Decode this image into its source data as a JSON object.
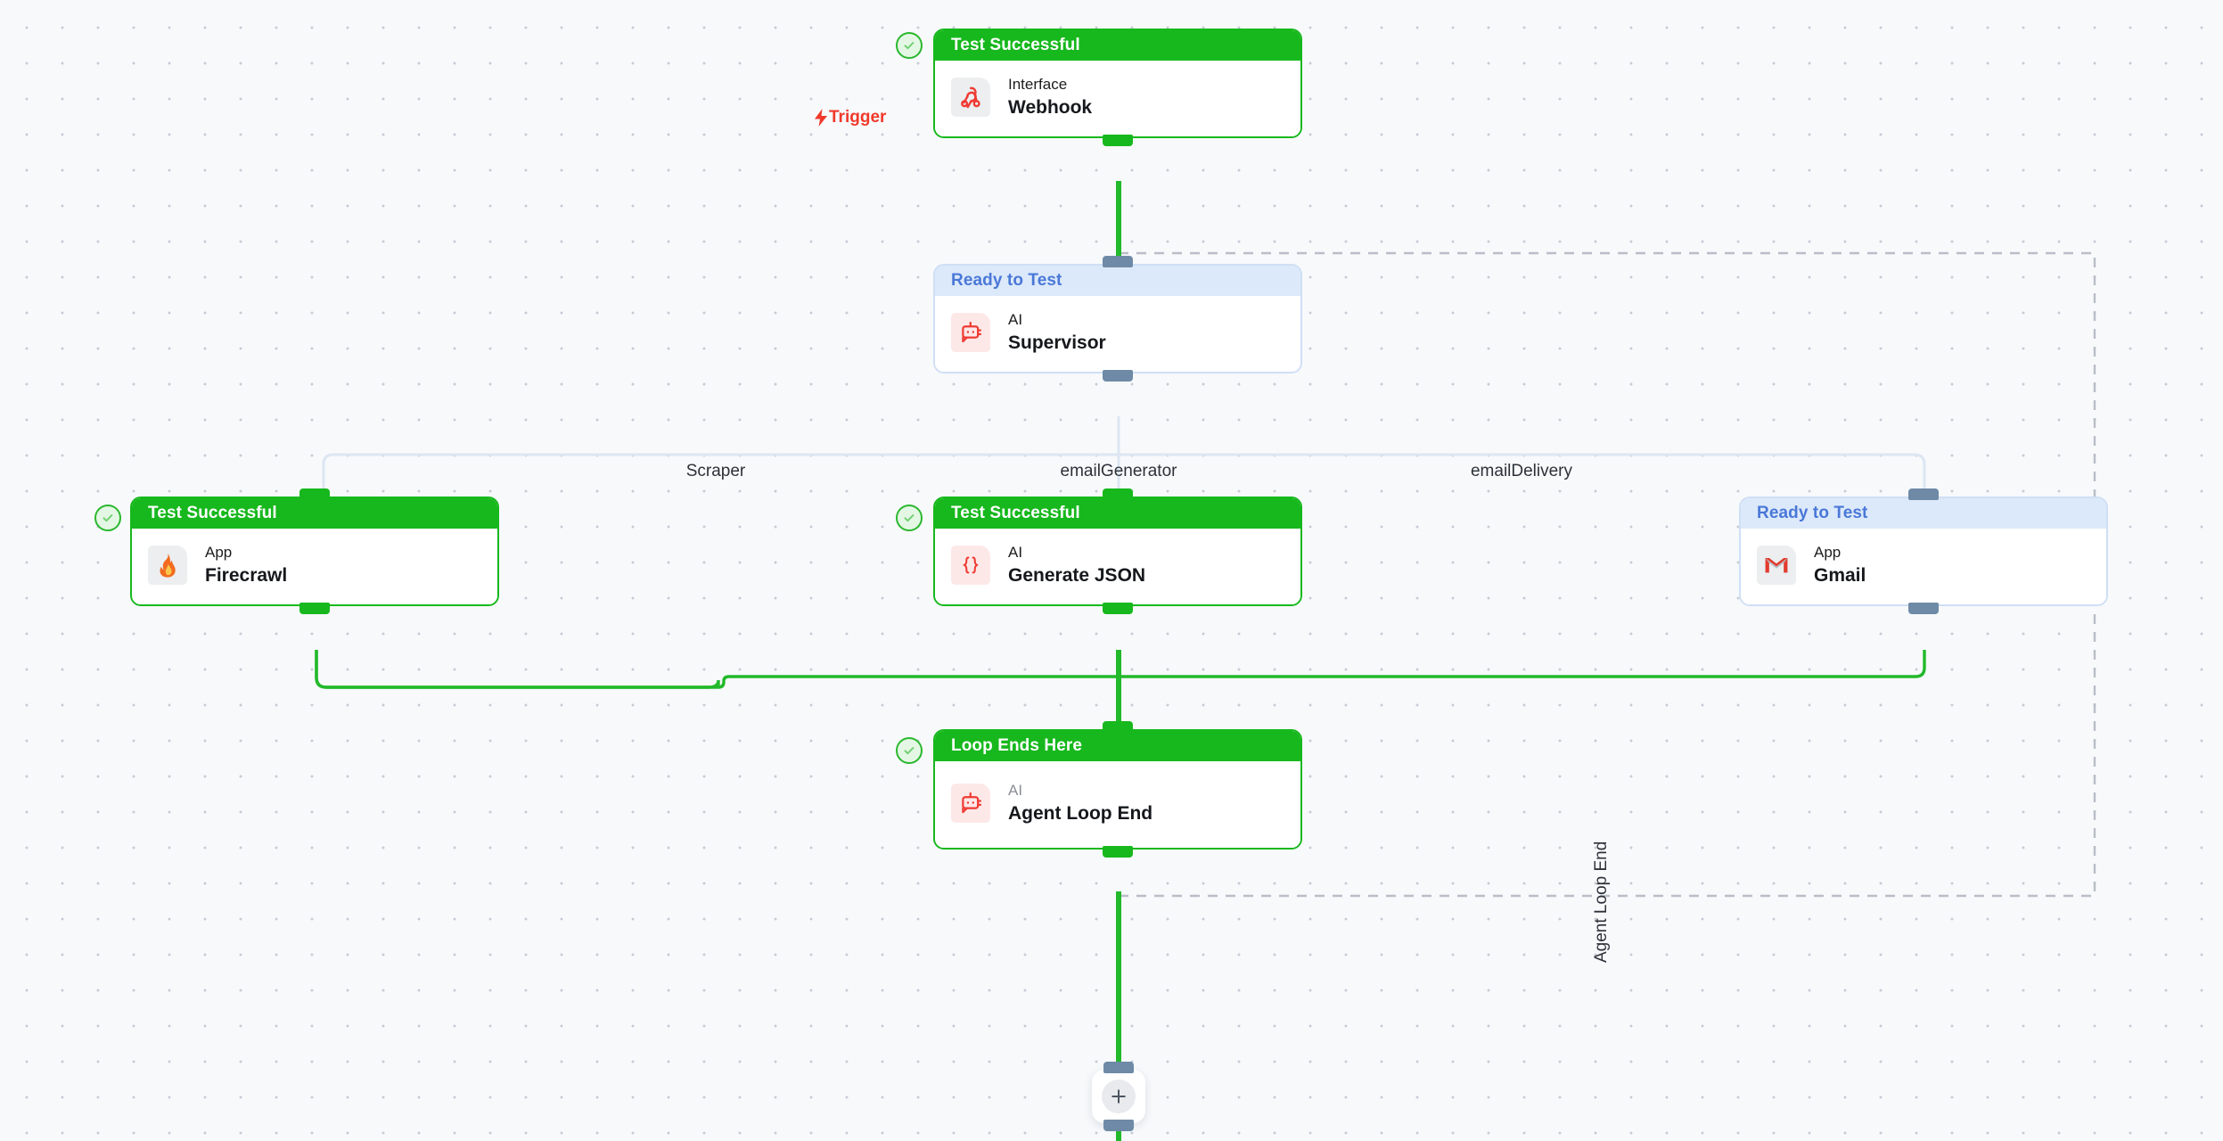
{
  "canvas": {
    "background_color": "#f7f9fb",
    "grid_dot_color": "#c6cbd4"
  },
  "colors": {
    "success_green": "#17b81d",
    "ready_blue_bg": "#dce9fa",
    "ready_blue_text": "#4a78d8",
    "trigger_red": "#f0392b",
    "handle_slate": "#6e8aa6",
    "edge_green": "#22b92a",
    "edge_idle": "#dde6f2"
  },
  "trigger": {
    "label": "Trigger",
    "icon": "lightning-bolt-icon"
  },
  "nodes": [
    {
      "id": "webhook",
      "status": "Test Successful",
      "status_kind": "green",
      "kind": "Interface",
      "title": "Webhook",
      "icon": "webhook-icon",
      "icon_bg": "gray",
      "checked": true
    },
    {
      "id": "supervisor",
      "status": "Ready to Test",
      "status_kind": "blue",
      "kind": "AI",
      "title": "Supervisor",
      "icon": "ai-robot-icon",
      "icon_bg": "pink",
      "checked": false
    },
    {
      "id": "firecrawl",
      "status": "Test Successful",
      "status_kind": "green",
      "kind": "App",
      "title": "Firecrawl",
      "icon": "flame-icon",
      "icon_bg": "gray",
      "checked": true
    },
    {
      "id": "generate-json",
      "status": "Test Successful",
      "status_kind": "green",
      "kind": "AI",
      "title": "Generate JSON",
      "icon": "curly-braces-icon",
      "icon_bg": "pink",
      "checked": true
    },
    {
      "id": "gmail",
      "status": "Ready to Test",
      "status_kind": "blue",
      "kind": "App",
      "title": "Gmail",
      "icon": "gmail-icon",
      "icon_bg": "gray",
      "checked": false
    },
    {
      "id": "agent-loop-end",
      "status": "Loop Ends Here",
      "status_kind": "green",
      "kind": "AI",
      "title": "Agent Loop End",
      "icon": "ai-robot-icon",
      "icon_bg": "pink",
      "checked": true
    }
  ],
  "branch_labels": [
    {
      "id": "scraper",
      "label": "Scraper"
    },
    {
      "id": "email-generator",
      "label": "emailGenerator"
    },
    {
      "id": "email-delivery",
      "label": "emailDelivery"
    }
  ],
  "loop_region": {
    "label": "Agent Loop End",
    "border_style": "dashed"
  },
  "add_step_button": {
    "label": "+",
    "icon": "plus-icon"
  }
}
